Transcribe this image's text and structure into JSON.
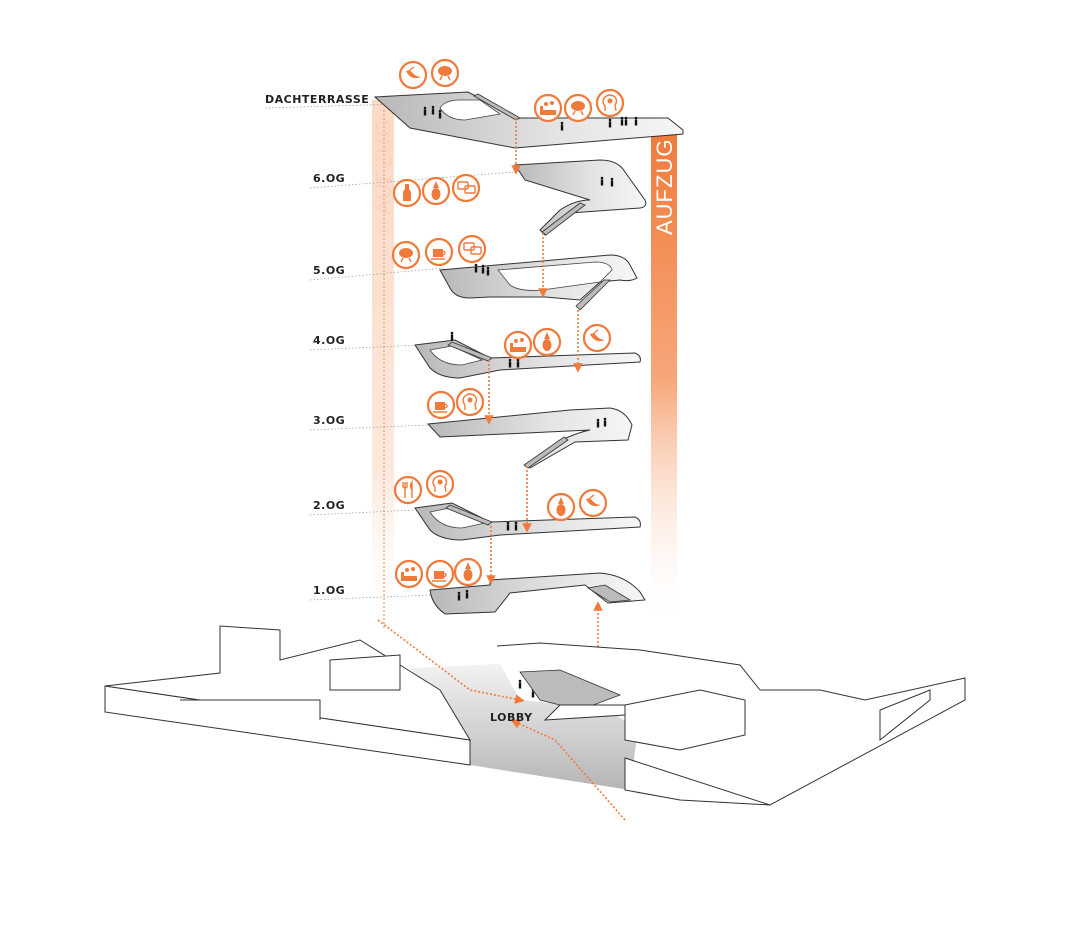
{
  "elevator_label": "AUFZUG",
  "lobby_label": "LOBBY",
  "accent_color": "#f07a3a",
  "floors": [
    {
      "label": "DACHTERRASSE",
      "icons": [
        "banana-icon",
        "brain-icon",
        "lounge-icon",
        "brain-icon",
        "idea-head-icon"
      ]
    },
    {
      "label": "6.OG",
      "icons": [
        "bottle-icon",
        "pineapple-icon",
        "chat-icon"
      ]
    },
    {
      "label": "5.OG",
      "icons": [
        "brain-icon",
        "coffee-icon",
        "chat-icon"
      ]
    },
    {
      "label": "4.OG",
      "icons": [
        "lounge-icon",
        "pineapple-icon",
        "banana-icon"
      ]
    },
    {
      "label": "3.OG",
      "icons": [
        "coffee-icon",
        "idea-head-icon"
      ]
    },
    {
      "label": "2.OG",
      "icons": [
        "cutlery-icon",
        "idea-head-icon",
        "pineapple-icon",
        "banana-icon"
      ]
    },
    {
      "label": "1.OG",
      "icons": [
        "lounge-icon",
        "coffee-icon",
        "pineapple-icon"
      ]
    }
  ]
}
